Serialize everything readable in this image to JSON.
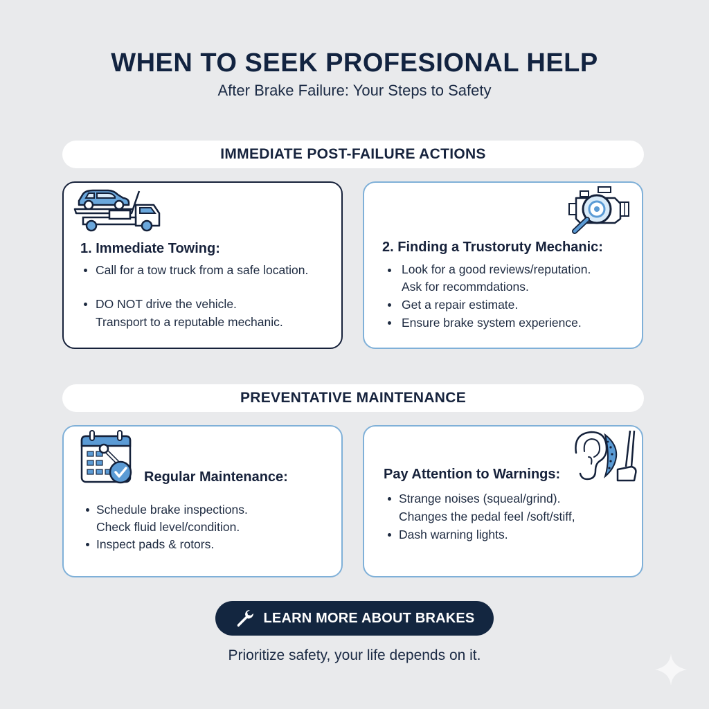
{
  "header": {
    "title": "WHEN TO SEEK PROFESIONAL HELP",
    "subtitle": "After Brake Failure: Your Steps to Safety"
  },
  "sections": [
    {
      "heading": "IMMEDIATE POST-FAILURE ACTIONS",
      "cards": [
        {
          "icon": "tow-truck-icon",
          "title": "1. Immediate Towing:",
          "lines": [
            "Call for a tow truck from a safe location.",
            "DO NOT drive the vehicle.",
            "Transport to a reputable mechanic."
          ]
        },
        {
          "icon": "engine-magnifier-icon",
          "title": "2. Finding a Trustoruty Mechanic:",
          "lines": [
            "Look for a good reviews/reputation.",
            "Ask for recommdations.",
            "Get a repair estimate.",
            "Ensure brake system experience."
          ]
        }
      ]
    },
    {
      "heading": "PREVENTATIVE MAINTENANCE",
      "cards": [
        {
          "icon": "calendar-wrench-check-icon",
          "title": "Regular Maintenance:",
          "lines": [
            "Schedule brake inspections.",
            "Check fluid level/condition.",
            "Inspect pads & rotors."
          ]
        },
        {
          "icon": "ear-brake-pedal-icon",
          "title": "Pay Attention to Warnings:",
          "lines": [
            "Strange noises (squeal/grind).",
            "Changes the pedal feel /soft/stiff,",
            "Dash warning lights."
          ]
        }
      ]
    }
  ],
  "cta": {
    "icon": "wrench-icon",
    "label": "LEARN MORE ABOUT BRAKES"
  },
  "footer": {
    "text": "Prioritize safety, your life depends on it."
  },
  "colors": {
    "background": "#e9eaec",
    "navy": "#132640",
    "icon_blue": "#5b9bd5",
    "card_border_blue": "#7fb0d8"
  }
}
